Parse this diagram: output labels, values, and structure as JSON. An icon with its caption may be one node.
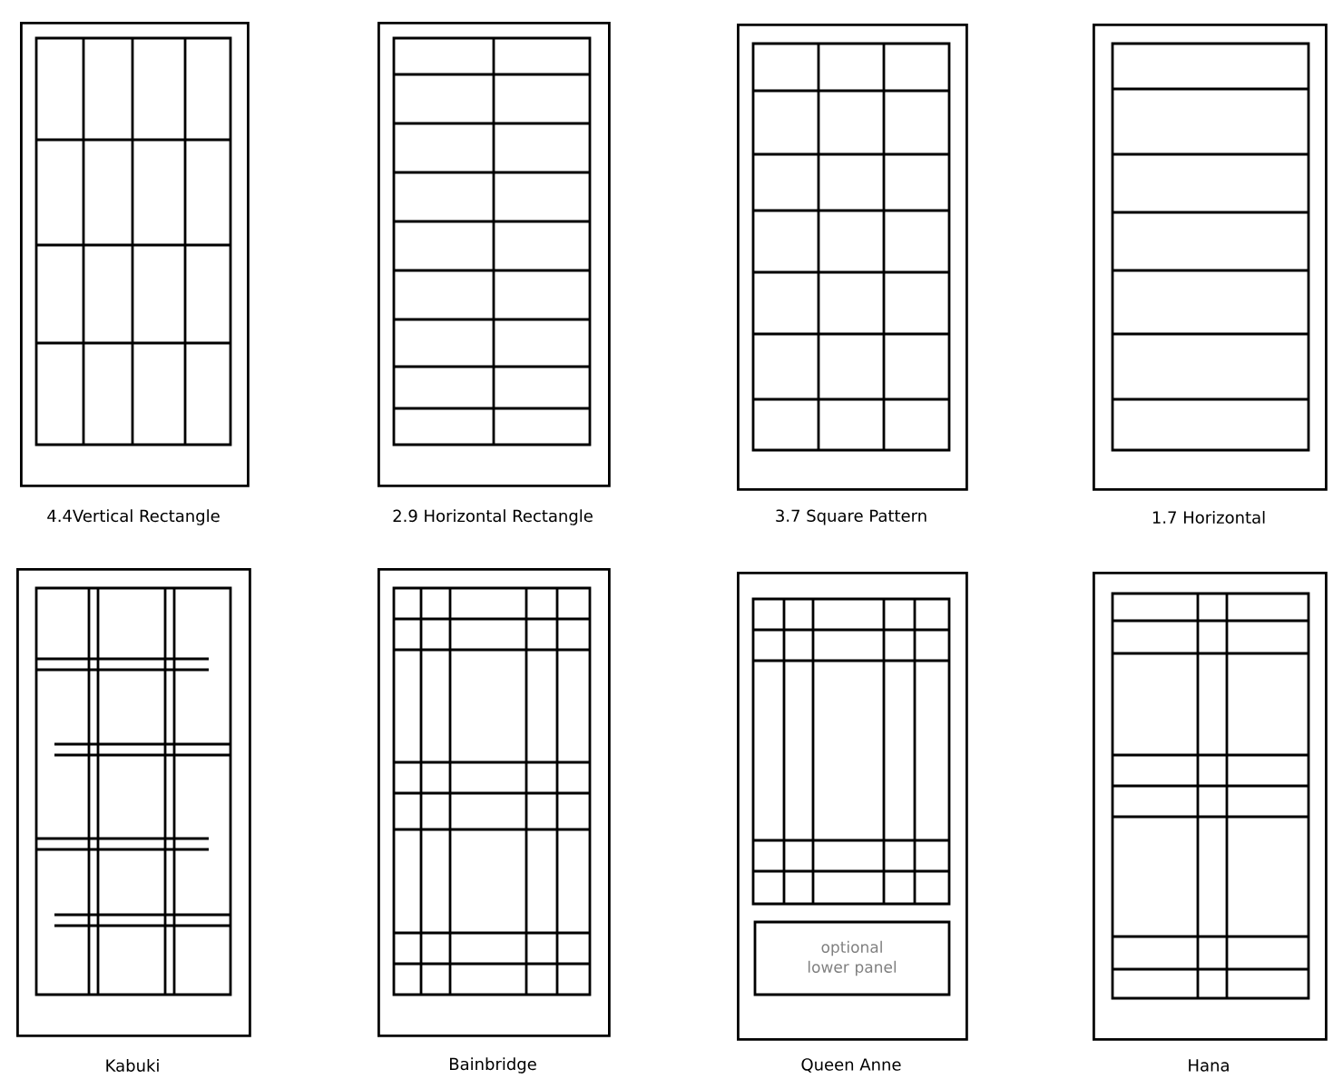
{
  "diagram": {
    "nodes": [
      {
        "text": [],
        "shape": "box",
        "beside": [
          "4.4Vertical Rectangle"
        ]
      },
      {
        "text": [],
        "shape": "box",
        "beside": [
          "2.9 Horizontal Rectangle"
        ]
      },
      {
        "text": [],
        "shape": "box",
        "beside": [
          "3.7 Square Pattern"
        ]
      },
      {
        "text": [],
        "shape": "box",
        "beside": [
          "1.7 Horizontal"
        ]
      },
      {
        "text": [],
        "shape": "box",
        "beside": [
          "Kabuki"
        ]
      },
      {
        "text": [],
        "shape": "box",
        "beside": [
          "Bainbridge"
        ]
      },
      {
        "text": [],
        "shape": "box",
        "beside": [
          "Queen Anne"
        ]
      },
      {
        "text": [],
        "shape": "box",
        "beside": [
          "Hana"
        ]
      },
      {
        "text": [
          "optional lower panel"
        ],
        "in": 6
      }
    ]
  }
}
